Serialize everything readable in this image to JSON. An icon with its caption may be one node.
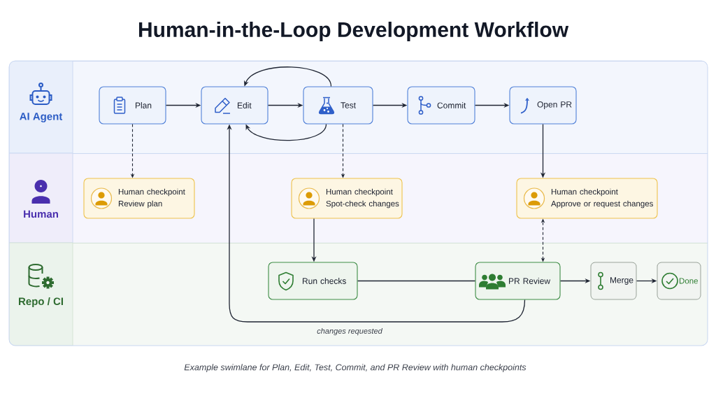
{
  "diagram": {
    "title": "Human-in-the-Loop Development Workflow",
    "nodes": [
      {
        "text": [
          "AI Agent"
        ]
      },
      {
        "text": [
          "Human"
        ]
      },
      {
        "text": [
          "Repo / CI"
        ]
      },
      {
        "text": [
          "Plan"
        ],
        "in": 0
      },
      {
        "text": [
          "Edit"
        ],
        "in": 0
      },
      {
        "text": [
          "Test"
        ],
        "in": 0
      },
      {
        "text": [
          "Commit"
        ],
        "in": 0
      },
      {
        "text": [
          "Open PR"
        ],
        "in": 0
      },
      {
        "text": [
          "Human checkpoint",
          "Review plan"
        ],
        "in": 1
      },
      {
        "text": [
          "Human checkpoint",
          "Spot-check changes"
        ],
        "in": 1
      },
      {
        "text": [
          "Human checkpoint",
          "Approve or request changes"
        ],
        "in": 1
      },
      {
        "text": [
          "Run checks"
        ],
        "in": 2
      },
      {
        "text": [
          "PR Review"
        ],
        "in": 2
      },
      {
        "text": [
          "Merge"
        ],
        "in": 2
      },
      {
        "text": [
          "Done"
        ],
        "in": 2
      }
    ],
    "edges": [
      {
        "from": 3,
        "to": 4,
        "arrow": "to"
      },
      {
        "from": 4,
        "to": 5,
        "arrow": "to"
      },
      {
        "from": 5,
        "to": 4,
        "arrow": "to"
      },
      {
        "from": 5,
        "to": 4,
        "arrow": "to"
      },
      {
        "from": 5,
        "to": 6,
        "arrow": "to"
      },
      {
        "from": 6,
        "to": 7,
        "arrow": "to"
      },
      {
        "from": 3,
        "to": 8,
        "arrow": "to",
        "style": "dashed"
      },
      {
        "from": 5,
        "to": 9,
        "arrow": "to",
        "style": "dashed"
      },
      {
        "from": 7,
        "to": 10,
        "arrow": "to"
      },
      {
        "from": 9,
        "to": 11,
        "arrow": "to"
      },
      {
        "from": 11,
        "to": 12,
        "arrow": "none"
      },
      {
        "from": 12,
        "to": 10,
        "arrow": "both",
        "style": "dashed"
      },
      {
        "from": 12,
        "to": 13,
        "arrow": "to"
      },
      {
        "from": 13,
        "to": 14,
        "arrow": "to"
      },
      {
        "from": 12,
        "to": 4,
        "arrow": "to",
        "label": "changes requested"
      }
    ],
    "caption": "Example swimlane for Plan, Edit, Test, Commit, and PR Review with human checkpoints"
  }
}
